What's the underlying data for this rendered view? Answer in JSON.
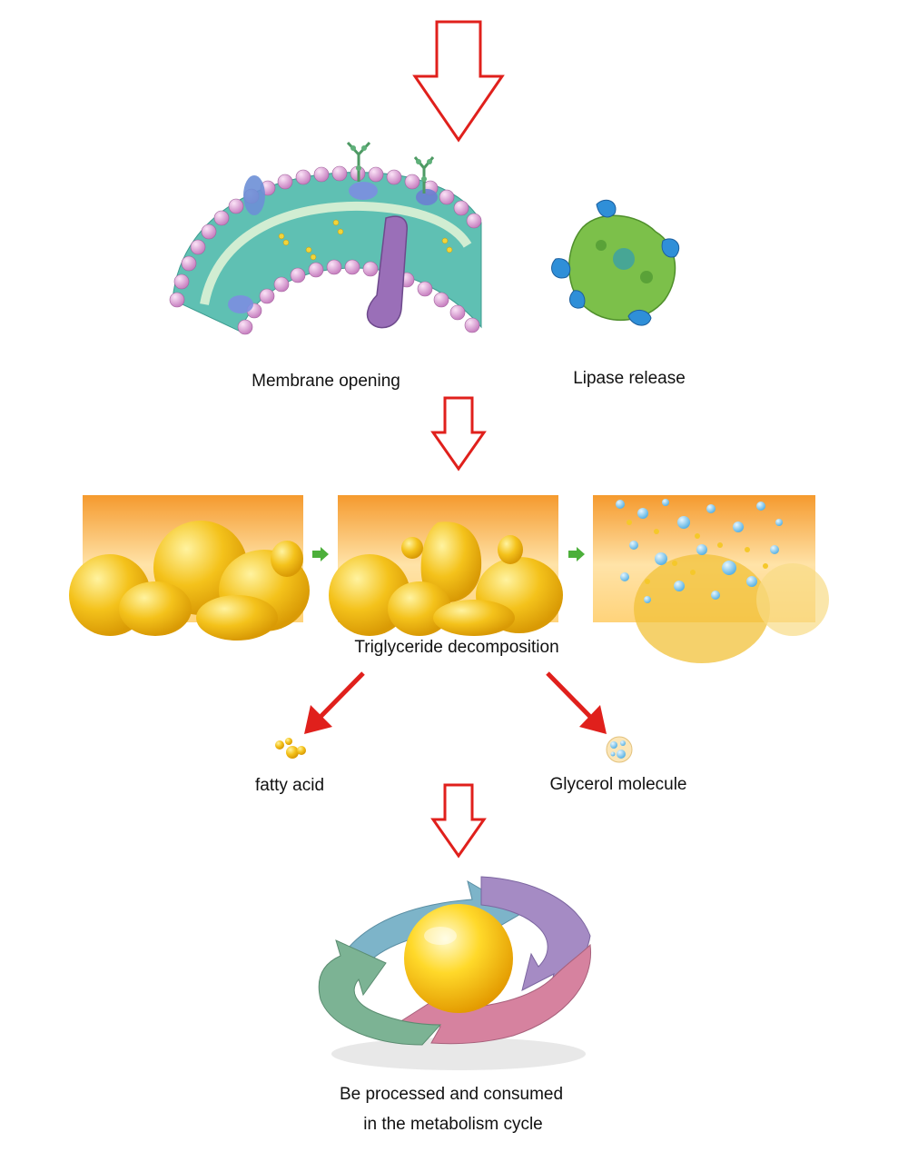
{
  "labels": {
    "membrane": "Membrane opening",
    "lipase": "Lipase release",
    "triglyceride": "Triglyceride decomposition",
    "fatty_acid": "fatty acid",
    "glycerol": "Glycerol molecule",
    "cycle_line1": "Be processed and consumed",
    "cycle_line2": "in the metabolism cycle"
  },
  "colors": {
    "arrow_red": "#e0201c",
    "step_green": "#4caf3a",
    "fat_yellow": "#f2c21a",
    "membrane_pink": "#d9a0d4",
    "membrane_teal": "#4fb5a8",
    "lipase_green": "#7cc04a",
    "lipase_blue": "#2f8fd8",
    "cycle_blue": "#7db4c9",
    "cycle_purple": "#a58bc4",
    "cycle_pink": "#d6829f",
    "cycle_green": "#7cb394",
    "glycerol_blue": "#8cc7e8"
  }
}
